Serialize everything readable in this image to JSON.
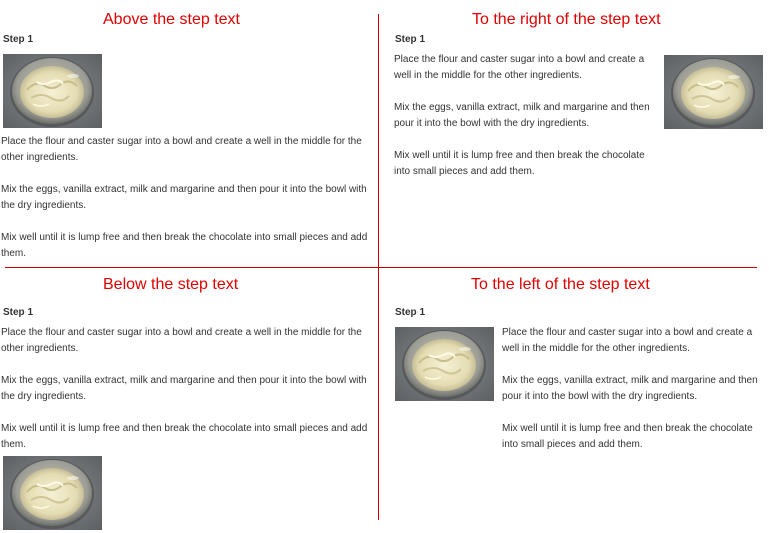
{
  "quadrants": {
    "above": {
      "heading": "Above the step text",
      "step_label": "Step 1",
      "paragraphs": [
        "Place the flour and caster sugar into a bowl and create a well in the middle for the other ingredients.",
        "Mix the eggs, vanilla extract, milk and margarine and then pour it into the bowl with the dry ingredients.",
        "Mix well until it is lump free and then break the chocolate into small pieces and add them."
      ]
    },
    "right": {
      "heading": "To the right of the step text",
      "step_label": "Step 1",
      "paragraphs": [
        "Place the flour and caster sugar into a bowl and create a well in the middle for the other ingredients.",
        "Mix the eggs, vanilla extract, milk and margarine and then pour it into the bowl with the dry ingredients.",
        "Mix well until it is lump free and then break the chocolate into small pieces and add them."
      ]
    },
    "below": {
      "heading": "Below the step text",
      "step_label": "Step 1",
      "paragraphs": [
        "Place the flour and caster sugar into a bowl and create a well in the middle for the other ingredients.",
        "Mix the eggs, vanilla extract, milk and margarine and then pour it into the bowl with the dry ingredients.",
        "Mix well until it is lump free and then break the chocolate into small pieces and add them."
      ]
    },
    "left": {
      "heading": "To the left of the step text",
      "step_label": "Step 1",
      "paragraphs": [
        "Place the flour and caster sugar into a bowl and create a well in the middle for the other ingredients.",
        "Mix the eggs, vanilla extract, milk and margarine and then pour it into the bowl with the dry ingredients.",
        "Mix well until it is lump free and then break the chocolate into small pieces and add them."
      ]
    }
  },
  "colors": {
    "heading": "#e00000",
    "divider": "#cc0000",
    "text": "#333333"
  }
}
